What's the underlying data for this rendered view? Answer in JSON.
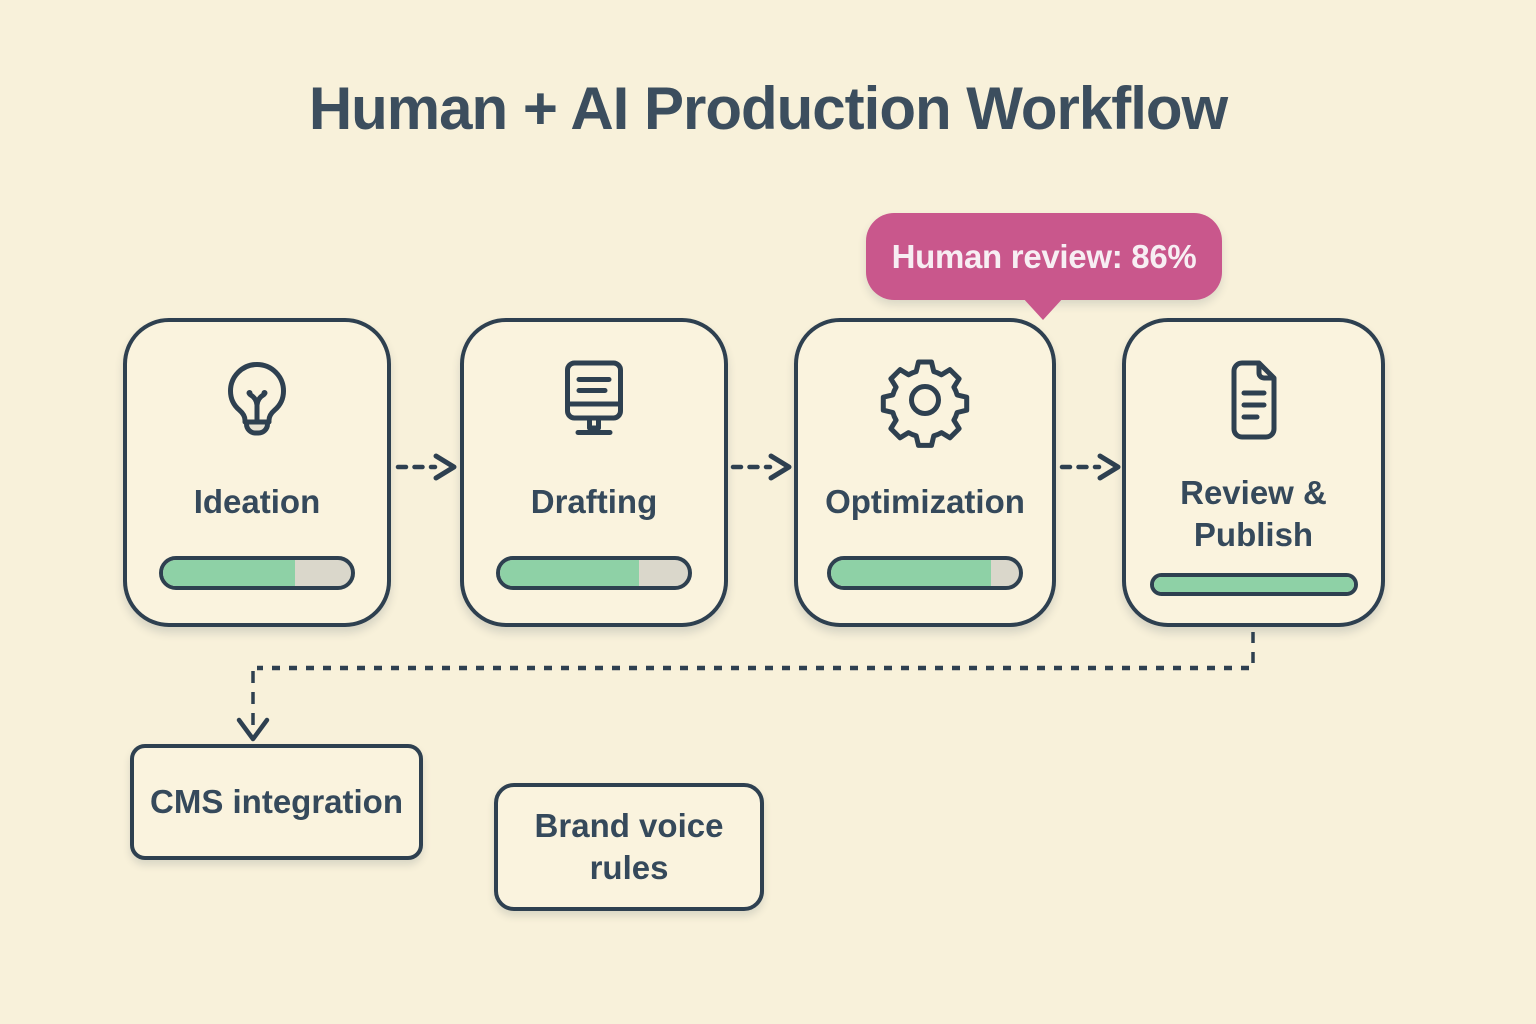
{
  "title": "Human + AI Production Workflow",
  "callout": {
    "label": "Human review: 86%",
    "value_percent": 86,
    "points_to": "Optimization"
  },
  "stages": [
    {
      "label": "Ideation",
      "icon": "lightbulb-icon",
      "progress_percent": 70
    },
    {
      "label": "Drafting",
      "icon": "monitor-icon",
      "progress_percent": 74
    },
    {
      "label": "Optimization",
      "icon": "gear-icon",
      "progress_percent": 85
    },
    {
      "label": "Review & Publish",
      "icon": "document-icon",
      "progress_percent": 100
    }
  ],
  "integrations": [
    {
      "label": "CMS integration"
    },
    {
      "label": "Brand voice rules"
    }
  ],
  "colors": {
    "background": "#f8f1da",
    "card_fill": "#faf3de",
    "outline": "#2e4050",
    "text": "#35495b",
    "accent_pink": "#c9578c",
    "accent_pink_text": "#f7eef3",
    "progress_green": "#8ed1a6",
    "progress_track": "#dad7cb"
  }
}
